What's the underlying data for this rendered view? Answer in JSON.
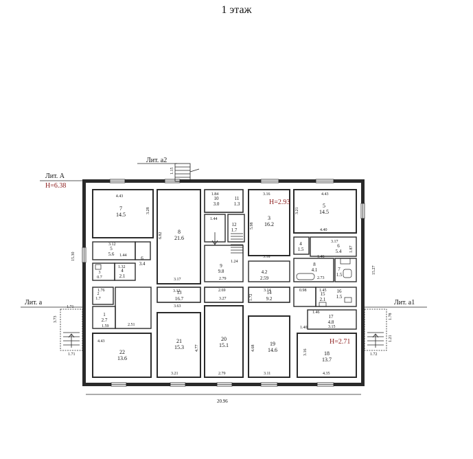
{
  "title": "1 этаж",
  "labels": {
    "lit_a2": "Лит. а2",
    "lit_A": "Лит. А",
    "h_638": "H=6.38",
    "h_293": "H=2.93",
    "h_271": "H=2.71",
    "lit_a": "Лит. а",
    "lit_a1": "Лит. а1",
    "total_width": "20.96",
    "height_left": "15.30",
    "height_right": "15.27"
  },
  "rooms": [
    {
      "id": "r7",
      "num": "7",
      "area": "14.5"
    },
    {
      "id": "r8",
      "num": "8",
      "area": "21.6"
    },
    {
      "id": "r10",
      "num": "10",
      "area": "3.0"
    },
    {
      "id": "r11",
      "num": "11",
      "area": "1.3"
    },
    {
      "id": "r12",
      "num": "12",
      "area": "1.7"
    },
    {
      "id": "r3",
      "num": "3",
      "area": "16.2"
    },
    {
      "id": "r5r",
      "num": "5",
      "area": "14.5"
    },
    {
      "id": "r5l",
      "num": "5",
      "area": "5.6"
    },
    {
      "id": "r6l",
      "num": "6",
      "area": "3.4"
    },
    {
      "id": "r4l",
      "num": "4",
      "area": "2.1"
    },
    {
      "id": "r3s",
      "num": "3",
      "area": "0.7"
    },
    {
      "id": "r9",
      "num": "9",
      "area": "9.8"
    },
    {
      "id": "r4r",
      "num": "4",
      "area": "1.5"
    },
    {
      "id": "r6r",
      "num": "6",
      "area": "5.4"
    },
    {
      "id": "r8r",
      "num": "8",
      "area": "4.1"
    },
    {
      "id": "r7r",
      "num": "7",
      "area": "1.5"
    },
    {
      "id": "r2",
      "num": "2",
      "area": "1.7"
    },
    {
      "id": "r1l",
      "num": "1",
      "area": "2.7"
    },
    {
      "id": "r13",
      "num": "13",
      "area": "16.7"
    },
    {
      "id": "r14",
      "num": "14",
      "area": "9.2"
    },
    {
      "id": "r15",
      "num": "15",
      "area": "2.1"
    },
    {
      "id": "r16",
      "num": "16",
      "area": "1.5"
    },
    {
      "id": "r17",
      "num": "17",
      "area": "4.8"
    },
    {
      "id": "r22",
      "num": "22",
      "area": "13.6"
    },
    {
      "id": "r21",
      "num": "21",
      "area": "15.3"
    },
    {
      "id": "r20",
      "num": "20",
      "area": "15.1"
    },
    {
      "id": "r19",
      "num": "19",
      "area": "14.6"
    },
    {
      "id": "r18",
      "num": "18",
      "area": "13.7"
    },
    {
      "id": "r42",
      "num": "4.2",
      "area": "2.59"
    }
  ],
  "dims": [
    "4.43",
    "3.28",
    "6.82",
    "1.84",
    "1.44",
    "1.24",
    "3.16",
    "5.98",
    "3.18",
    "4.43",
    "3.21",
    "4.40",
    "3.17",
    "1.87",
    "3.12",
    "1.44",
    "1.32",
    "3.17",
    "2.79",
    "1.46",
    "2.73",
    "1.76",
    "3.12",
    "3.63",
    "2.69",
    "3.27",
    "3.14",
    "1.45",
    "1.46",
    "3.15",
    "1.71",
    "2.51",
    "1.59",
    "4.43",
    "3.21",
    "2.79",
    "3.11",
    "4.35",
    "4.77",
    "4.68",
    "3.16",
    "1.72",
    "1.40",
    "0.98",
    "1.71",
    "1.72",
    "3.73",
    "1.21",
    "1.78",
    "1.15"
  ]
}
